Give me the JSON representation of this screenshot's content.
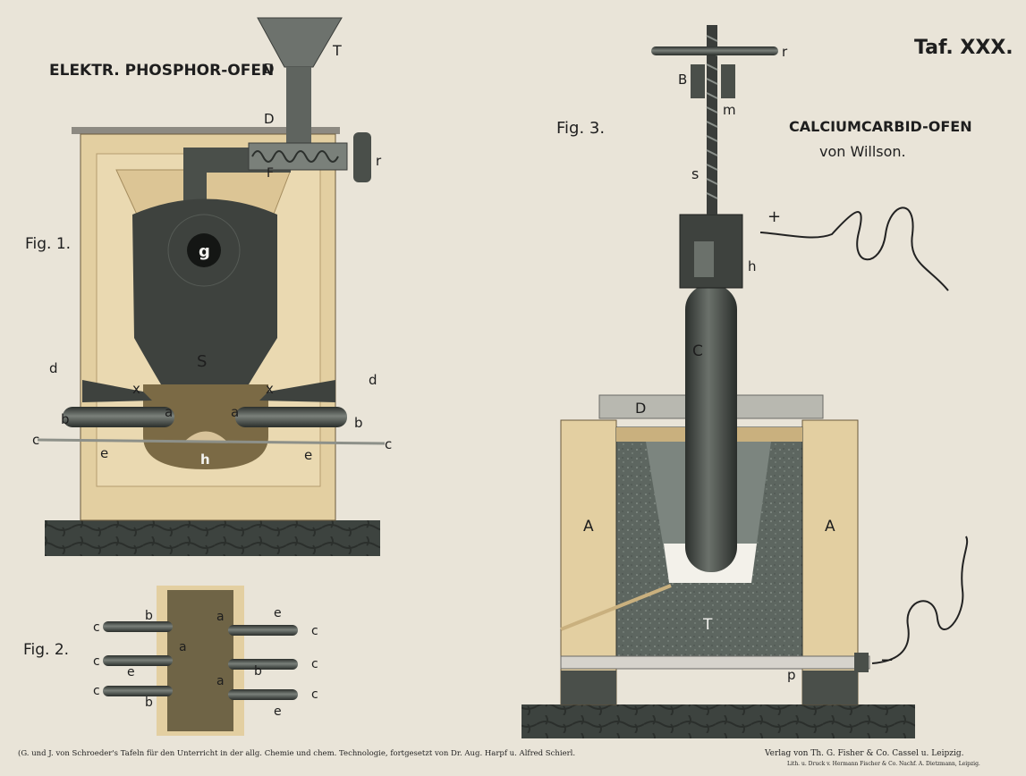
{
  "plate": {
    "number": "Taf. XXX.",
    "left_footer": "(G. und J. von Schroeder's Tafeln für den Unterricht in der allg. Chemie und chem. Technologie, fortgesetzt von Dr. Aug. Harpf u. Alfred Schierl.",
    "right_footer": "Verlag von Th. G. Fisher & Co. Cassel u. Leipzig.",
    "printer_line": "Lith. u. Druck v. Hermann Fischer & Co. Nachf. A. Dietzmann, Leipzig."
  },
  "fig1": {
    "title": "ELEKTR. PHOSPHOR-OFEN",
    "label": "Fig. 1.",
    "letters": {
      "T": "T",
      "D": "D",
      "r": "r",
      "F": "F",
      "g": "g",
      "S": "S",
      "x": "x",
      "d": "d",
      "b": "b",
      "a": "a",
      "c": "c",
      "e": "e",
      "h": "h"
    }
  },
  "fig2": {
    "label": "Fig. 2.",
    "letters": {
      "a": "a",
      "b": "b",
      "c": "c",
      "e": "e"
    }
  },
  "fig3": {
    "label": "Fig. 3.",
    "title": "CALCIUMCARBID-OFEN",
    "subtitle": "von Willson.",
    "letters": {
      "r": "r",
      "B": "B",
      "m": "m",
      "s": "s",
      "plus": "+",
      "h": "h",
      "C": "C",
      "D": "D",
      "A": "A",
      "T": "T",
      "p": "p",
      "minus": "−"
    }
  },
  "colors": {
    "paper": "#e9e4d8",
    "tan": "#e3cfa1",
    "dark_tan": "#c9b07e",
    "brick": "#d8c39a",
    "iron": "#4a4f4a",
    "charcoal": "#3e423e",
    "slate": "#5d6660",
    "stone": "#3d433f",
    "gray_plate": "#b8b8b0"
  }
}
